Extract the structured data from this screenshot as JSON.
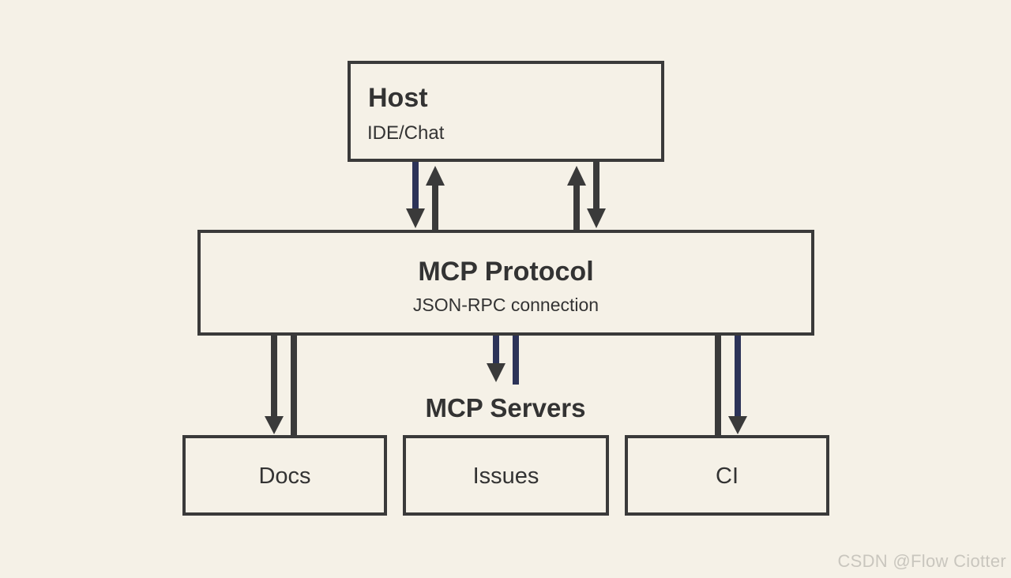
{
  "host": {
    "title": "Host",
    "subtitle": "IDE/Chat"
  },
  "protocol": {
    "title": "MCP Protocol",
    "subtitle": "JSON-RPC connection"
  },
  "servers": {
    "heading": "MCP Servers",
    "items": [
      {
        "label": "Docs"
      },
      {
        "label": "Issues"
      },
      {
        "label": "CI"
      }
    ]
  },
  "watermark": "CSDN @Flow Ciotter",
  "colors": {
    "background": "#f5f1e7",
    "stroke": "#3a3a3a",
    "accent_arrow": "#2c3358"
  }
}
